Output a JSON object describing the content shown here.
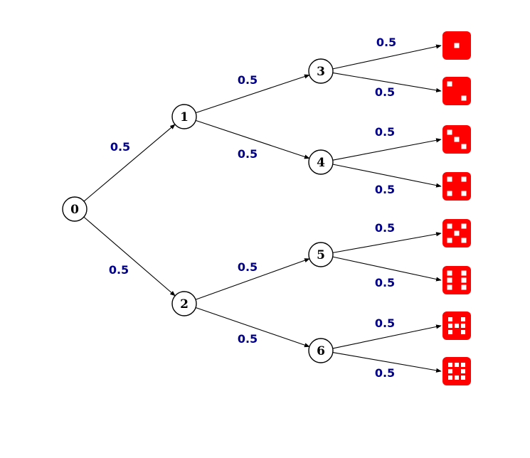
{
  "colors": {
    "probability_text": "#00008b",
    "die_face": "#ff0000",
    "die_pip": "#ffffff",
    "edge": "#000000"
  },
  "nodes": [
    {
      "id": "0",
      "label": "0"
    },
    {
      "id": "1",
      "label": "1"
    },
    {
      "id": "2",
      "label": "2"
    },
    {
      "id": "3",
      "label": "3"
    },
    {
      "id": "4",
      "label": "4"
    },
    {
      "id": "5",
      "label": "5"
    },
    {
      "id": "6",
      "label": "6"
    }
  ],
  "edges": [
    {
      "from": "0",
      "to": "1",
      "label": "0.5"
    },
    {
      "from": "0",
      "to": "2",
      "label": "0.5"
    },
    {
      "from": "1",
      "to": "3",
      "label": "0.5"
    },
    {
      "from": "1",
      "to": "4",
      "label": "0.5"
    },
    {
      "from": "2",
      "to": "5",
      "label": "0.5"
    },
    {
      "from": "2",
      "to": "6",
      "label": "0.5"
    },
    {
      "from": "3",
      "to": "die-1",
      "label": "0.5"
    },
    {
      "from": "3",
      "to": "die-2",
      "label": "0.5"
    },
    {
      "from": "4",
      "to": "die-3",
      "label": "0.5"
    },
    {
      "from": "4",
      "to": "die-4",
      "label": "0.5"
    },
    {
      "from": "5",
      "to": "die-5",
      "label": "0.5"
    },
    {
      "from": "5",
      "to": "die-6",
      "label": "0.5"
    },
    {
      "from": "6",
      "to": "die-7",
      "label": "0.5"
    },
    {
      "from": "6",
      "to": "die-8",
      "label": "0.5"
    }
  ],
  "dice": [
    {
      "id": "die-1",
      "pips": 1
    },
    {
      "id": "die-2",
      "pips": 2
    },
    {
      "id": "die-3",
      "pips": 3
    },
    {
      "id": "die-4",
      "pips": 4
    },
    {
      "id": "die-5",
      "pips": 5
    },
    {
      "id": "die-6",
      "pips": 6
    },
    {
      "id": "die-7",
      "pips": 7
    },
    {
      "id": "die-8",
      "pips": 8
    }
  ]
}
